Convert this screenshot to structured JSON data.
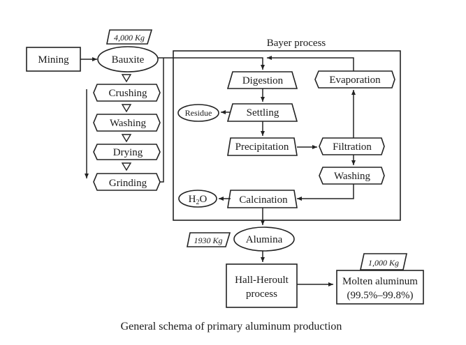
{
  "diagram": {
    "caption": "General schema of primary aluminum production",
    "bayer_title": "Bayer process",
    "nodes": {
      "mining": "Mining",
      "bauxite": "Bauxite",
      "bauxite_mass": "4,000 Kg",
      "crushing": "Crushing",
      "washing_prep": "Washing",
      "drying": "Drying",
      "grinding": "Grinding",
      "digestion": "Digestion",
      "settling": "Settling",
      "residue": "Residue",
      "precipitation": "Precipitation",
      "filtration": "Filtration",
      "washing_bayer": "Washing",
      "evaporation": "Evaporation",
      "calcination": "Calcination",
      "h2o_main": "H",
      "h2o_sub": "2",
      "h2o_end": "O",
      "alumina": "Alumina",
      "alumina_mass": "1930 Kg",
      "hall_line1": "Hall-Heroult",
      "hall_line2": "process",
      "molten_line1": "Molten aluminum",
      "molten_line2": "(99.5%–99.8%)",
      "molten_mass": "1,000 Kg"
    },
    "edges": [
      [
        "Mining",
        "Bauxite"
      ],
      [
        "Bauxite",
        "Crushing"
      ],
      [
        "Crushing",
        "Washing"
      ],
      [
        "Washing",
        "Drying"
      ],
      [
        "Drying",
        "Grinding"
      ],
      [
        "Grinding",
        "Digestion"
      ],
      [
        "Digestion",
        "Settling"
      ],
      [
        "Settling",
        "Residue"
      ],
      [
        "Settling",
        "Precipitation"
      ],
      [
        "Precipitation",
        "Filtration"
      ],
      [
        "Filtration",
        "Washing"
      ],
      [
        "Filtration",
        "Evaporation"
      ],
      [
        "Evaporation",
        "Digestion"
      ],
      [
        "Washing",
        "Calcination"
      ],
      [
        "Calcination",
        "H2O"
      ],
      [
        "Calcination",
        "Alumina"
      ],
      [
        "Alumina",
        "Hall-Heroult process"
      ],
      [
        "Hall-Heroult process",
        "Molten aluminum"
      ]
    ]
  }
}
